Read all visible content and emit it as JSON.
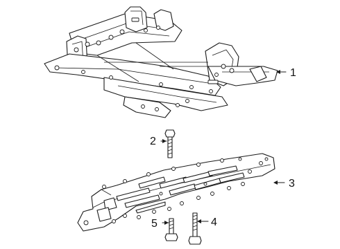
{
  "callouts": [
    {
      "number": "1",
      "part": "frame"
    },
    {
      "number": "2",
      "part": "bolt"
    },
    {
      "number": "3",
      "part": "shield"
    },
    {
      "number": "4",
      "part": "bolt"
    },
    {
      "number": "5",
      "part": "bolt"
    }
  ],
  "colors": {
    "line": "#1a1a1a",
    "background": "#ffffff"
  }
}
